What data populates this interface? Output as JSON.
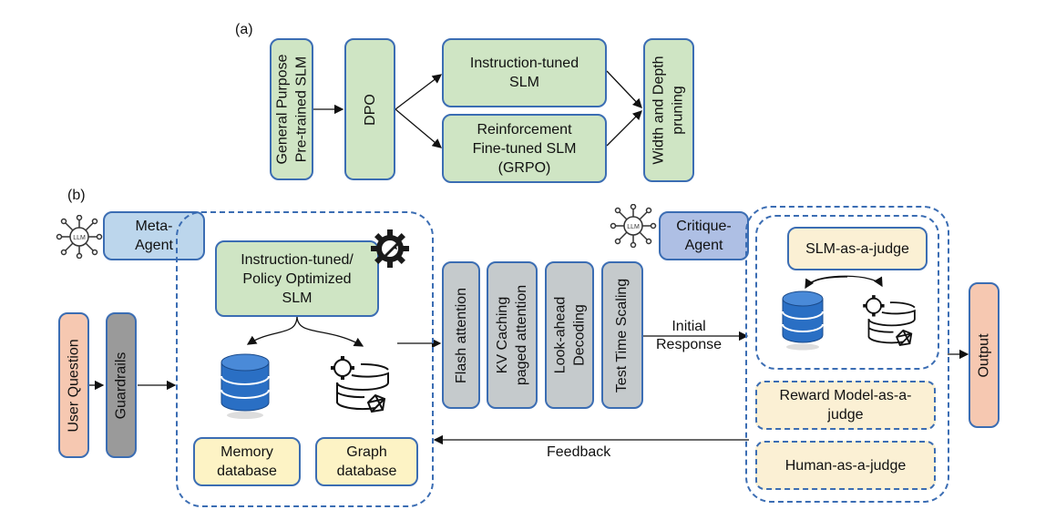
{
  "panel_a": {
    "label": "(a)",
    "general_purpose": "General Purpose\nPre-trained SLM",
    "dpo": "DPO",
    "instruction_tuned": "Instruction-tuned\nSLM",
    "reinforcement": "Reinforcement\nFine-tuned SLM\n(GRPO)",
    "pruning": "Width and Depth\npruning"
  },
  "panel_b": {
    "label": "(b)",
    "meta_agent": "Meta-\nAgent",
    "critique_agent": "Critique-\nAgent",
    "user_question": "User Question",
    "guardrails": "Guardrails",
    "instruction_tuned_policy": "Instruction-tuned/\nPolicy Optimized\nSLM",
    "memory_database": "Memory\ndatabase",
    "graph_database": "Graph\ndatabase",
    "flash_attention": "Flash attention",
    "kv_caching": "KV Caching\npaged attention",
    "look_ahead": "Look-ahead\nDecoding",
    "test_time_scaling": "Test Time Scaling",
    "initial_response": "Initial\nResponse",
    "feedback": "Feedback",
    "slm_judge": "SLM-as-a-judge",
    "reward_model_judge": "Reward Model-as-a-\njudge",
    "human_judge": "Human-as-a-judge",
    "output": "Output"
  },
  "icons": [
    "llm-network-icon",
    "gear-wrench-icon",
    "database-icon",
    "gear-graph-database-icon"
  ],
  "colors": {
    "border_blue": "#3b6db3",
    "green": "#cfe5c4",
    "grey": "#c5cacc",
    "peach": "#f6c8b1",
    "cream": "#fdf3c5",
    "light_blue": "#bcd6ec"
  }
}
